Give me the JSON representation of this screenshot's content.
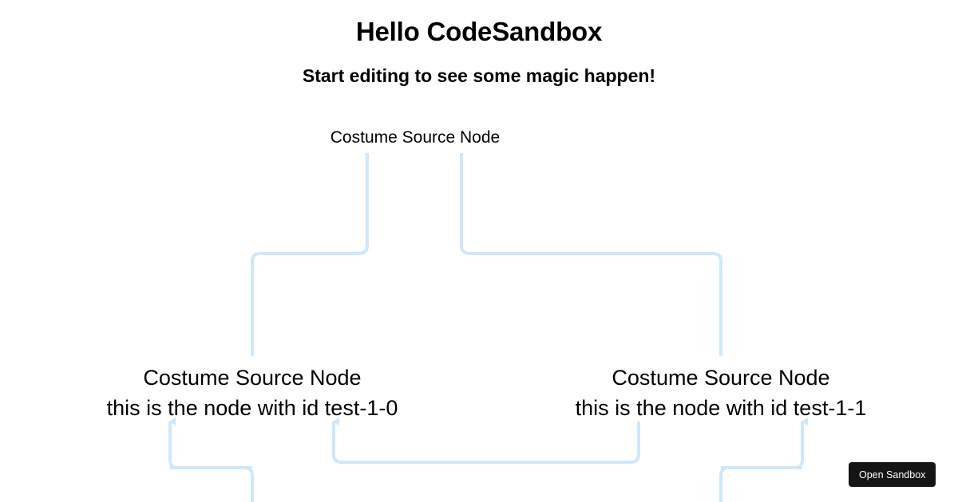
{
  "header": {
    "title": "Hello CodeSandbox",
    "subtitle": "Start editing to see some magic happen!"
  },
  "flow": {
    "edge_color": "#cfe7fb",
    "edge_width": 4,
    "nodes": [
      {
        "id": "test-0-0",
        "label": "Costume Source Node",
        "detail": "",
        "level": 0
      },
      {
        "id": "test-1-0",
        "label": "Costume Source Node",
        "detail": "this is the node with id test-1-0",
        "level": 1
      },
      {
        "id": "test-1-1",
        "label": "Costume Source Node",
        "detail": "this is the node with id test-1-1",
        "level": 1
      }
    ]
  },
  "footer": {
    "open_sandbox_label": "Open Sandbox"
  }
}
